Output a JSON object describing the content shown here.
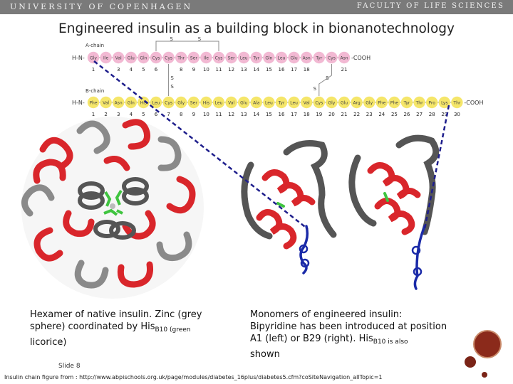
{
  "header": {
    "university": "UNIVERSITY OF COPENHAGEN",
    "faculty": "FACULTY OF LIFE SCIENCES"
  },
  "title": "Engineered insulin as a building block in bionanotechnology",
  "a_chain": {
    "label": "A-chain",
    "n_term": "H-N-",
    "c_term": "-COOH",
    "residues": [
      "Gly",
      "Ile",
      "Val",
      "Glu",
      "Gln",
      "Cys",
      "Cys",
      "Thr",
      "Ser",
      "Ile",
      "Cys",
      "Ser",
      "Leu",
      "Tyr",
      "Gln",
      "Leu",
      "Glu",
      "Asn",
      "Tyr",
      "Cys",
      "Asn"
    ],
    "numbers": [
      "1",
      "",
      "3",
      "4",
      "5",
      "6",
      "",
      "8",
      "9",
      "10",
      "11",
      "12",
      "13",
      "14",
      "15",
      "16",
      "17",
      "18",
      "",
      "",
      "21"
    ],
    "color": "#f2b9d3"
  },
  "b_chain": {
    "label": "B-chain",
    "n_term": "H-N-",
    "c_term": "-COOH",
    "residues": [
      "Phe",
      "Val",
      "Asn",
      "Gln",
      "His",
      "Leu",
      "Cys",
      "Gly",
      "Ser",
      "His",
      "Leu",
      "Val",
      "Glu",
      "Ala",
      "Leu",
      "Tyr",
      "Leu",
      "Val",
      "Cys",
      "Gly",
      "Glu",
      "Arg",
      "Gly",
      "Phe",
      "Phe",
      "Tyr",
      "Thr",
      "Pro",
      "Lys",
      "Thr"
    ],
    "numbers": [
      "1",
      "2",
      "3",
      "4",
      "5",
      "6",
      "7",
      "8",
      "9",
      "10",
      "11",
      "12",
      "13",
      "14",
      "15",
      "16",
      "17",
      "18",
      "19",
      "20",
      "21",
      "22",
      "23",
      "24",
      "25",
      "26",
      "27",
      "28",
      "29",
      "30"
    ],
    "color": "#f5e66a"
  },
  "disulfide_label": "S",
  "captions": {
    "left": [
      "Hexamer of native insulin. Zinc (grey",
      "sphere) coordinated by His",
      "B10 (green",
      "licorice)"
    ],
    "right_lines": [
      "Monomers of engineered insulin:",
      "Bipyridine has been introduced at position",
      "A1 (left) or B29 (right). His",
      "B10 is also",
      "shown"
    ]
  },
  "slide_label": "Slide 8",
  "footer": "Insulin chain figure from : http://www.abpischools.org.uk/page/modules/diabetes_16plus/diabetes5.cfm?coSiteNavigation_allTopic=1",
  "colors": {
    "topbar": "#7a7a7a",
    "helix_red": "#d9262b",
    "helix_grey": "#555555",
    "dashed_link": "#1e1e8c",
    "bipyridine": "#1a2aa8",
    "histidine": "#3fc43f"
  }
}
